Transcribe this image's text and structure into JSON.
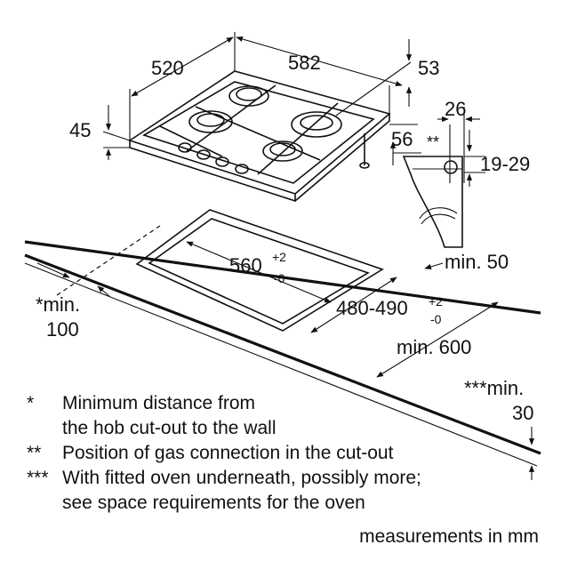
{
  "dimensions": {
    "hob_depth": "520",
    "hob_width": "582",
    "right_offset": "53",
    "hob_height": "45",
    "side_offset": "56",
    "connection_width": "26",
    "gas_marker": "**",
    "connection_height": "19-29",
    "cutout_width": "560",
    "cutout_width_tol_upper": "+2",
    "cutout_width_tol_lower": "-0",
    "cutout_depth": "480-490",
    "cutout_depth_tol_upper": "+2",
    "cutout_depth_tol_lower": "-0",
    "min_back": "min. 50",
    "min_wall_label": "*min.",
    "min_wall_value": "100",
    "min_front": "min. 600",
    "min_bottom_label": "***min.",
    "min_bottom_value": "30"
  },
  "notes": [
    {
      "marker": "*",
      "line1": "Minimum distance from",
      "line2": "the hob cut-out to the wall"
    },
    {
      "marker": "**",
      "line1": "Position of gas connection in the cut-out"
    },
    {
      "marker": "***",
      "line1": "With fitted oven underneath, possibly more;",
      "line2": "see space requirements for the oven"
    }
  ],
  "units_note": "measurements in mm"
}
